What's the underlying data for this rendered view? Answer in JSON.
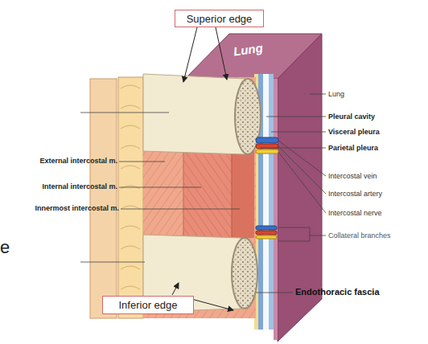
{
  "diagram": {
    "nodes": [
      {
        "text": [
          "Superior edge"
        ]
      },
      {
        "text": [
          "Inferior edge"
        ]
      }
    ],
    "labels": [
      "Lung",
      "Lung",
      "Pleural cavity",
      "Visceral pleura",
      "Parietal pleura",
      "External intercostal m.",
      "Internal intercostal m.",
      "Innermost intercostal m.",
      "Intercostal vein",
      "Intercostal artery",
      "Intercostal nerve",
      "Collateral branches",
      "Endothoracic fascia",
      "e"
    ]
  }
}
